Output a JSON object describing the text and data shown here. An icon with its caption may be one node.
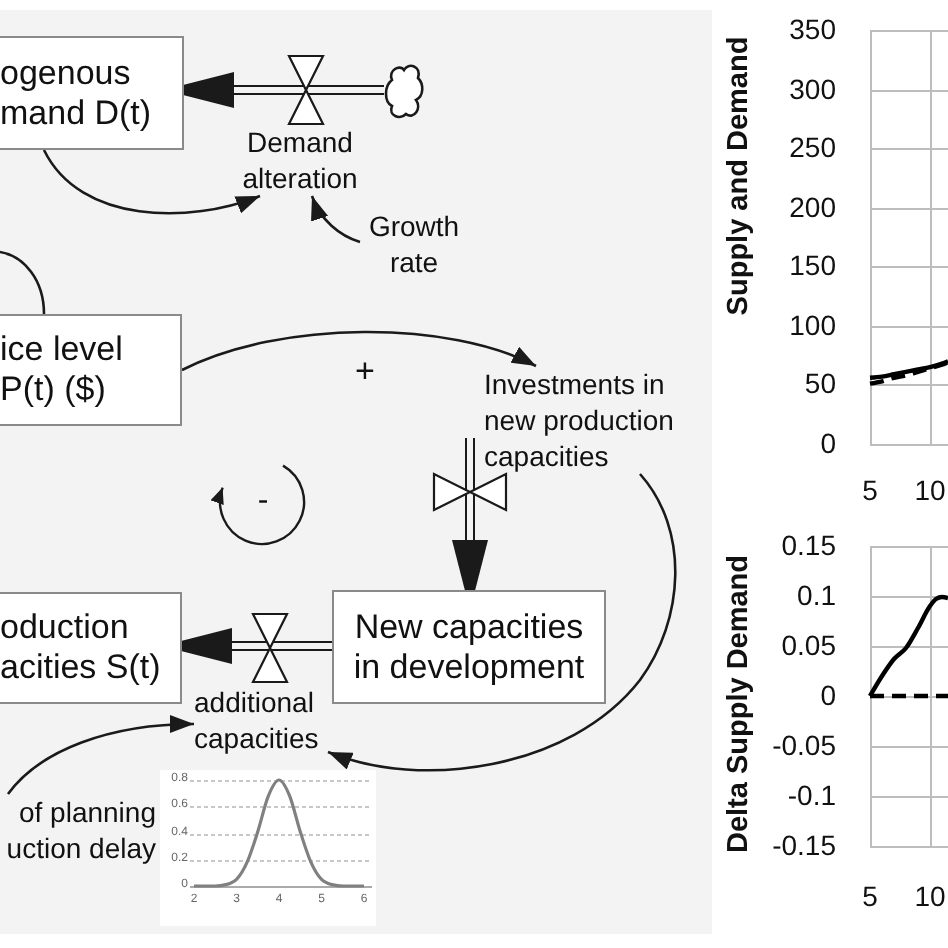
{
  "diagram": {
    "nodes": [
      {
        "text": [
          "ogenous mand D(t)"
        ]
      },
      {
        "text": [],
        "shape": "cloud"
      },
      {
        "text": [
          "Demand alteration"
        ]
      },
      {
        "text": [
          "Growth rate"
        ]
      },
      {
        "text": [
          "ice level P(t) ($)"
        ]
      },
      {
        "text": [
          "Investments in new production capacities"
        ]
      },
      {
        "text": [
          "oduction acities S(t)"
        ]
      },
      {
        "text": [
          "New capacities in development"
        ]
      },
      {
        "text": [
          "additional capacities"
        ]
      },
      {
        "text": [
          "of planning uction delay"
        ]
      }
    ],
    "edges": [
      {
        "from": 1,
        "to": 0,
        "arrow": "to",
        "style": "thick"
      },
      {
        "from": 0,
        "to": 2,
        "arrow": "to"
      },
      {
        "from": 3,
        "to": 2,
        "arrow": "to"
      },
      {
        "from": null,
        "to": 4,
        "arrow": "none"
      },
      {
        "from": 4,
        "to": 5,
        "arrow": "to",
        "label": "+"
      },
      {
        "from": 5,
        "to": 7,
        "arrow": "to",
        "style": "thick"
      },
      {
        "from": 5,
        "to": 8,
        "arrow": "to"
      },
      {
        "from": 7,
        "to": 6,
        "arrow": "to",
        "style": "thick"
      },
      {
        "from": 9,
        "to": 8,
        "arrow": "to"
      }
    ],
    "labels": [
      "-"
    ],
    "chart_data": [
      {
        "type": "line",
        "x": [
          2,
          2.25,
          2.5,
          2.75,
          3,
          3.25,
          3.5,
          3.75,
          4,
          4.25,
          4.5,
          4.75,
          5,
          5.25,
          5.5,
          5.75,
          6
        ],
        "series": [
          {
            "color": "#808080",
            "values": [
              0,
              0,
              0,
              0.01,
              0.05,
              0.18,
              0.41,
              0.68,
              0.8,
              0.68,
              0.41,
              0.18,
              0.05,
              0.01,
              0,
              0,
              0
            ]
          }
        ],
        "xlim": [
          2,
          6
        ],
        "ylim": [
          0,
          0.8
        ],
        "xticks": [
          2,
          3,
          4,
          5,
          6
        ],
        "yticks": [
          0,
          0.2,
          0.4,
          0.6,
          0.8
        ],
        "grid": true
      },
      {
        "type": "line",
        "ylabel": "Supply and Demand",
        "x": [
          5,
          6,
          7,
          8,
          9,
          10,
          11,
          11.5
        ],
        "series": [
          {
            "color": "#000000",
            "values": [
              56,
              57,
              59,
              61,
              63,
              65,
              68,
              70
            ]
          },
          {
            "color": "#000000",
            "values": [
              51,
              53,
              56,
              58,
              61,
              64,
              67,
              69
            ],
            "line_style": "dashed"
          }
        ],
        "xlim": [
          5,
          11.5
        ],
        "ylim": [
          0,
          350
        ],
        "xticks": [
          5,
          10
        ],
        "yticks": [
          0,
          50,
          100,
          150,
          200,
          250,
          300,
          350
        ],
        "grid": true
      },
      {
        "type": "line",
        "ylabel": "Delta Supply Demand",
        "x": [
          5,
          6,
          7,
          8,
          9,
          10,
          10.5,
          11,
          11.5
        ],
        "series": [
          {
            "color": "#000000",
            "values": [
              0,
              0.02,
              0.037,
              0.048,
              0.068,
              0.09,
              0.097,
              0.099,
              0.098
            ]
          },
          {
            "color": "#000000",
            "values": [
              0,
              0,
              0,
              0,
              0,
              0,
              0,
              0,
              0
            ],
            "line_style": "dashed"
          }
        ],
        "xlim": [
          5,
          11.5
        ],
        "ylim": [
          -0.15,
          0.15
        ],
        "xticks": [
          5,
          10
        ],
        "yticks": [
          -0.15,
          -0.1,
          -0.05,
          0,
          0.05,
          0.1,
          0.15
        ],
        "grid": true
      }
    ]
  }
}
